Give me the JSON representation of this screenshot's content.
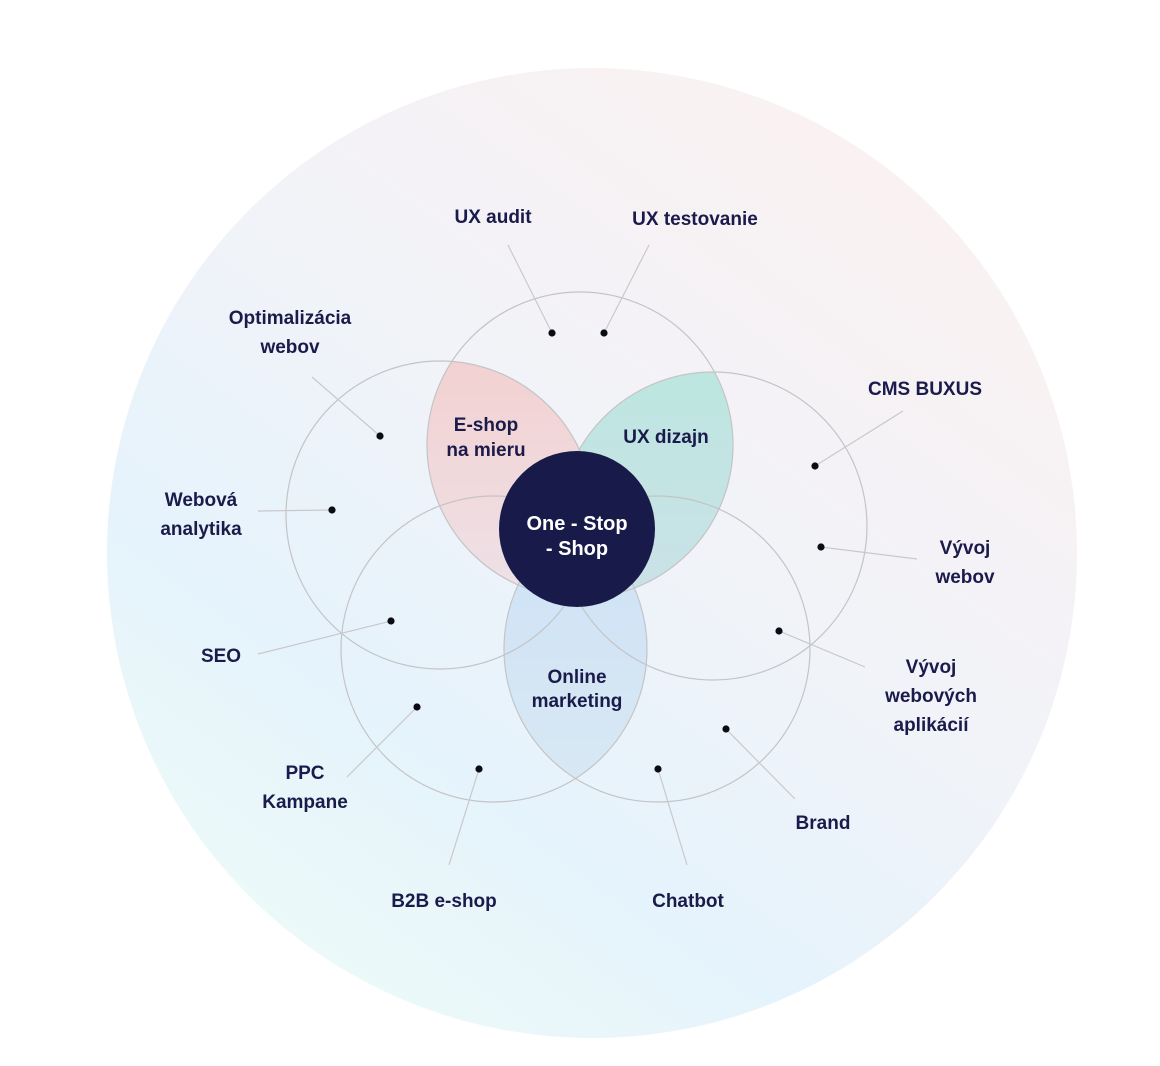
{
  "diagram": {
    "center_label_lines": [
      "One - Stop",
      "- Shop"
    ],
    "petals": [
      {
        "id": "eshop",
        "lines": [
          "E-shop",
          "na mieru"
        ],
        "color": "#f3d3d3"
      },
      {
        "id": "uxdizajn",
        "lines": [
          "UX dizajn"
        ],
        "color": "#bde5e1"
      },
      {
        "id": "marketing",
        "lines": [
          "Online",
          "marketing"
        ],
        "color": "#cfe2f4"
      }
    ],
    "services": [
      {
        "id": "ux-audit",
        "lines": [
          "UX audit"
        ]
      },
      {
        "id": "ux-testovanie",
        "lines": [
          "UX testovanie"
        ]
      },
      {
        "id": "optimalizacia-webov",
        "lines": [
          "Optimalizácia",
          "webov"
        ]
      },
      {
        "id": "webova-analytika",
        "lines": [
          "Webová",
          "analytika"
        ]
      },
      {
        "id": "seo",
        "lines": [
          "SEO"
        ]
      },
      {
        "id": "ppc-kampane",
        "lines": [
          "PPC",
          "Kampane"
        ]
      },
      {
        "id": "b2b-eshop",
        "lines": [
          "B2B e-shop"
        ]
      },
      {
        "id": "chatbot",
        "lines": [
          "Chatbot"
        ]
      },
      {
        "id": "brand",
        "lines": [
          "Brand"
        ]
      },
      {
        "id": "vyvoj-webovych-aplikacii",
        "lines": [
          "Vývoj",
          "webových",
          "aplikácií"
        ]
      },
      {
        "id": "vyvoj-webov",
        "lines": [
          "Vývoj",
          "webov"
        ]
      },
      {
        "id": "cms-buxus",
        "lines": [
          "CMS BUXUS"
        ]
      }
    ],
    "colors": {
      "text": "#1a1b4b",
      "center_fill": "#181a4a",
      "center_text": "#ffffff",
      "background_pink": "#fbf1f1",
      "background_blue": "#e4f3fc",
      "background_mint": "#eefaf8"
    }
  }
}
